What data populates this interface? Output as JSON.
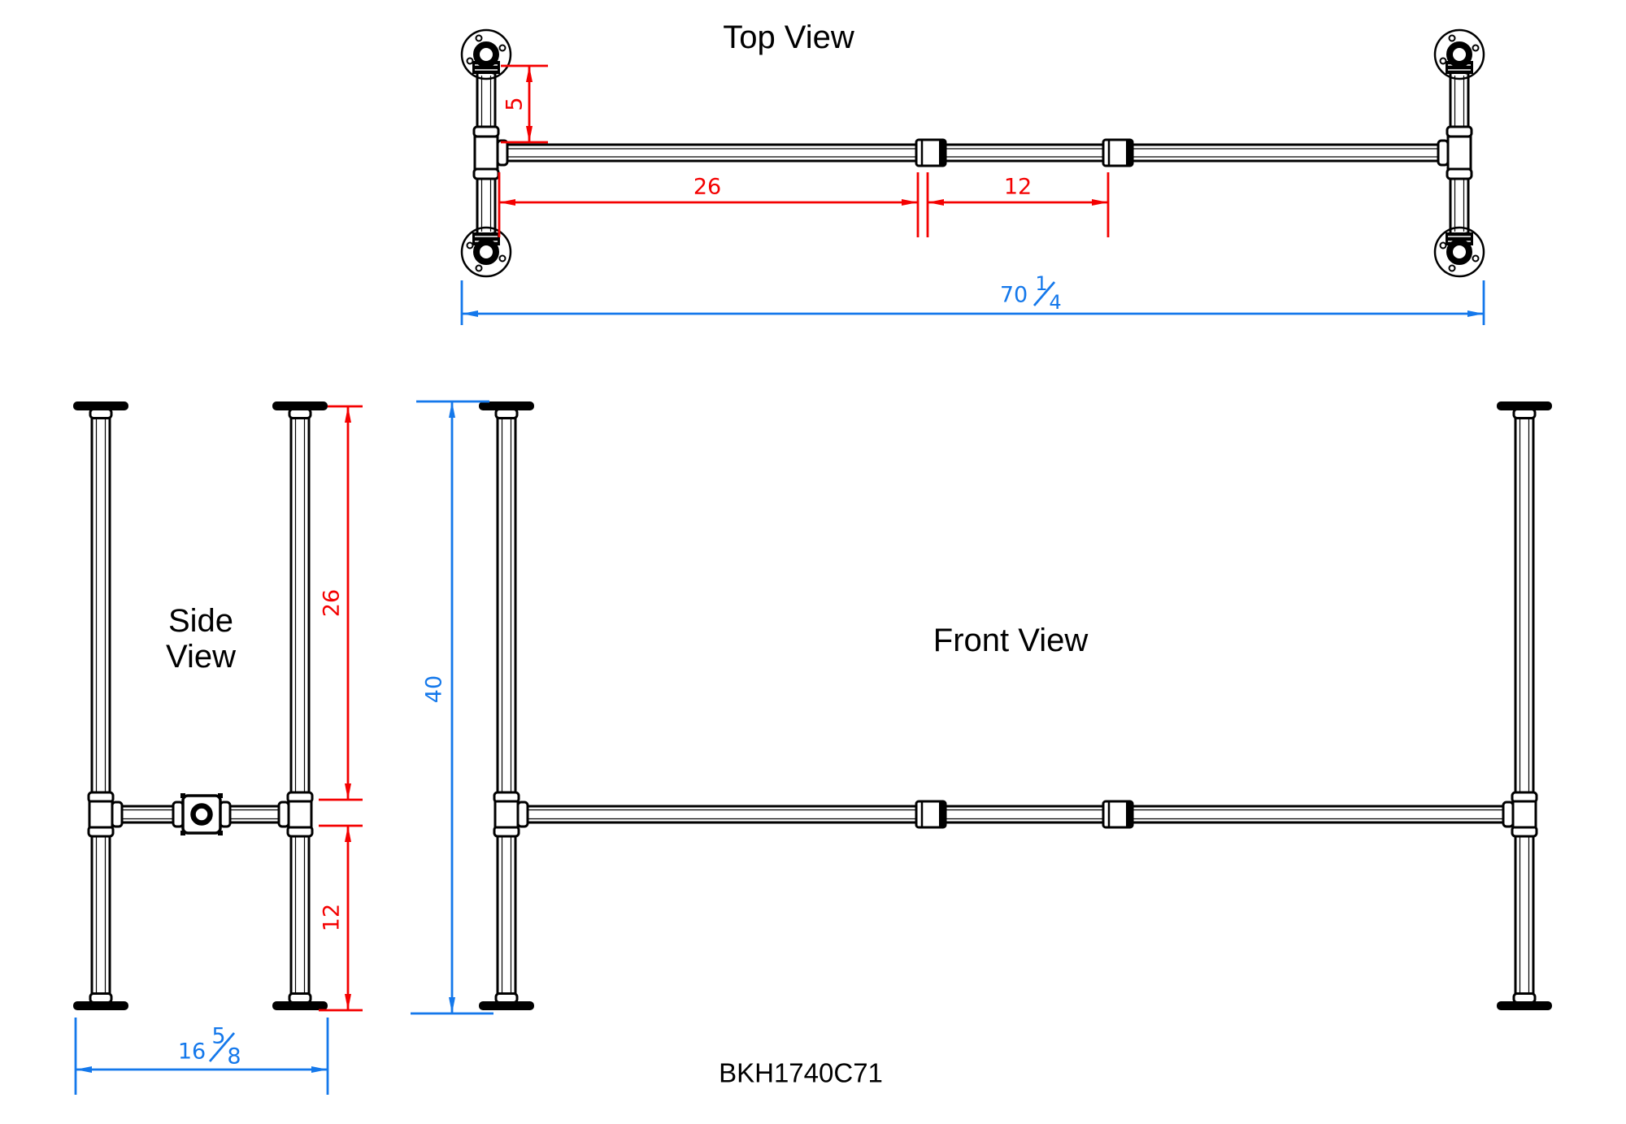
{
  "colors": {
    "black": "#000000",
    "red": "#f40000",
    "blue": "#1478eb"
  },
  "titles": {
    "top": "Top View",
    "front": "Front View",
    "side_line1": "Side",
    "side_line2": "View"
  },
  "part_number": "BKH1740C71",
  "top_view": {
    "offset_dim": "5",
    "segment1_dim": "26",
    "segment2_dim": "12",
    "overall_width": {
      "whole": "70",
      "numerator": "1",
      "denominator": "4"
    }
  },
  "side_view": {
    "upper_dim": "26",
    "lower_dim": "12",
    "depth": {
      "whole": "16",
      "numerator": "5",
      "denominator": "8"
    }
  },
  "front_view": {
    "height_dim": "40"
  }
}
